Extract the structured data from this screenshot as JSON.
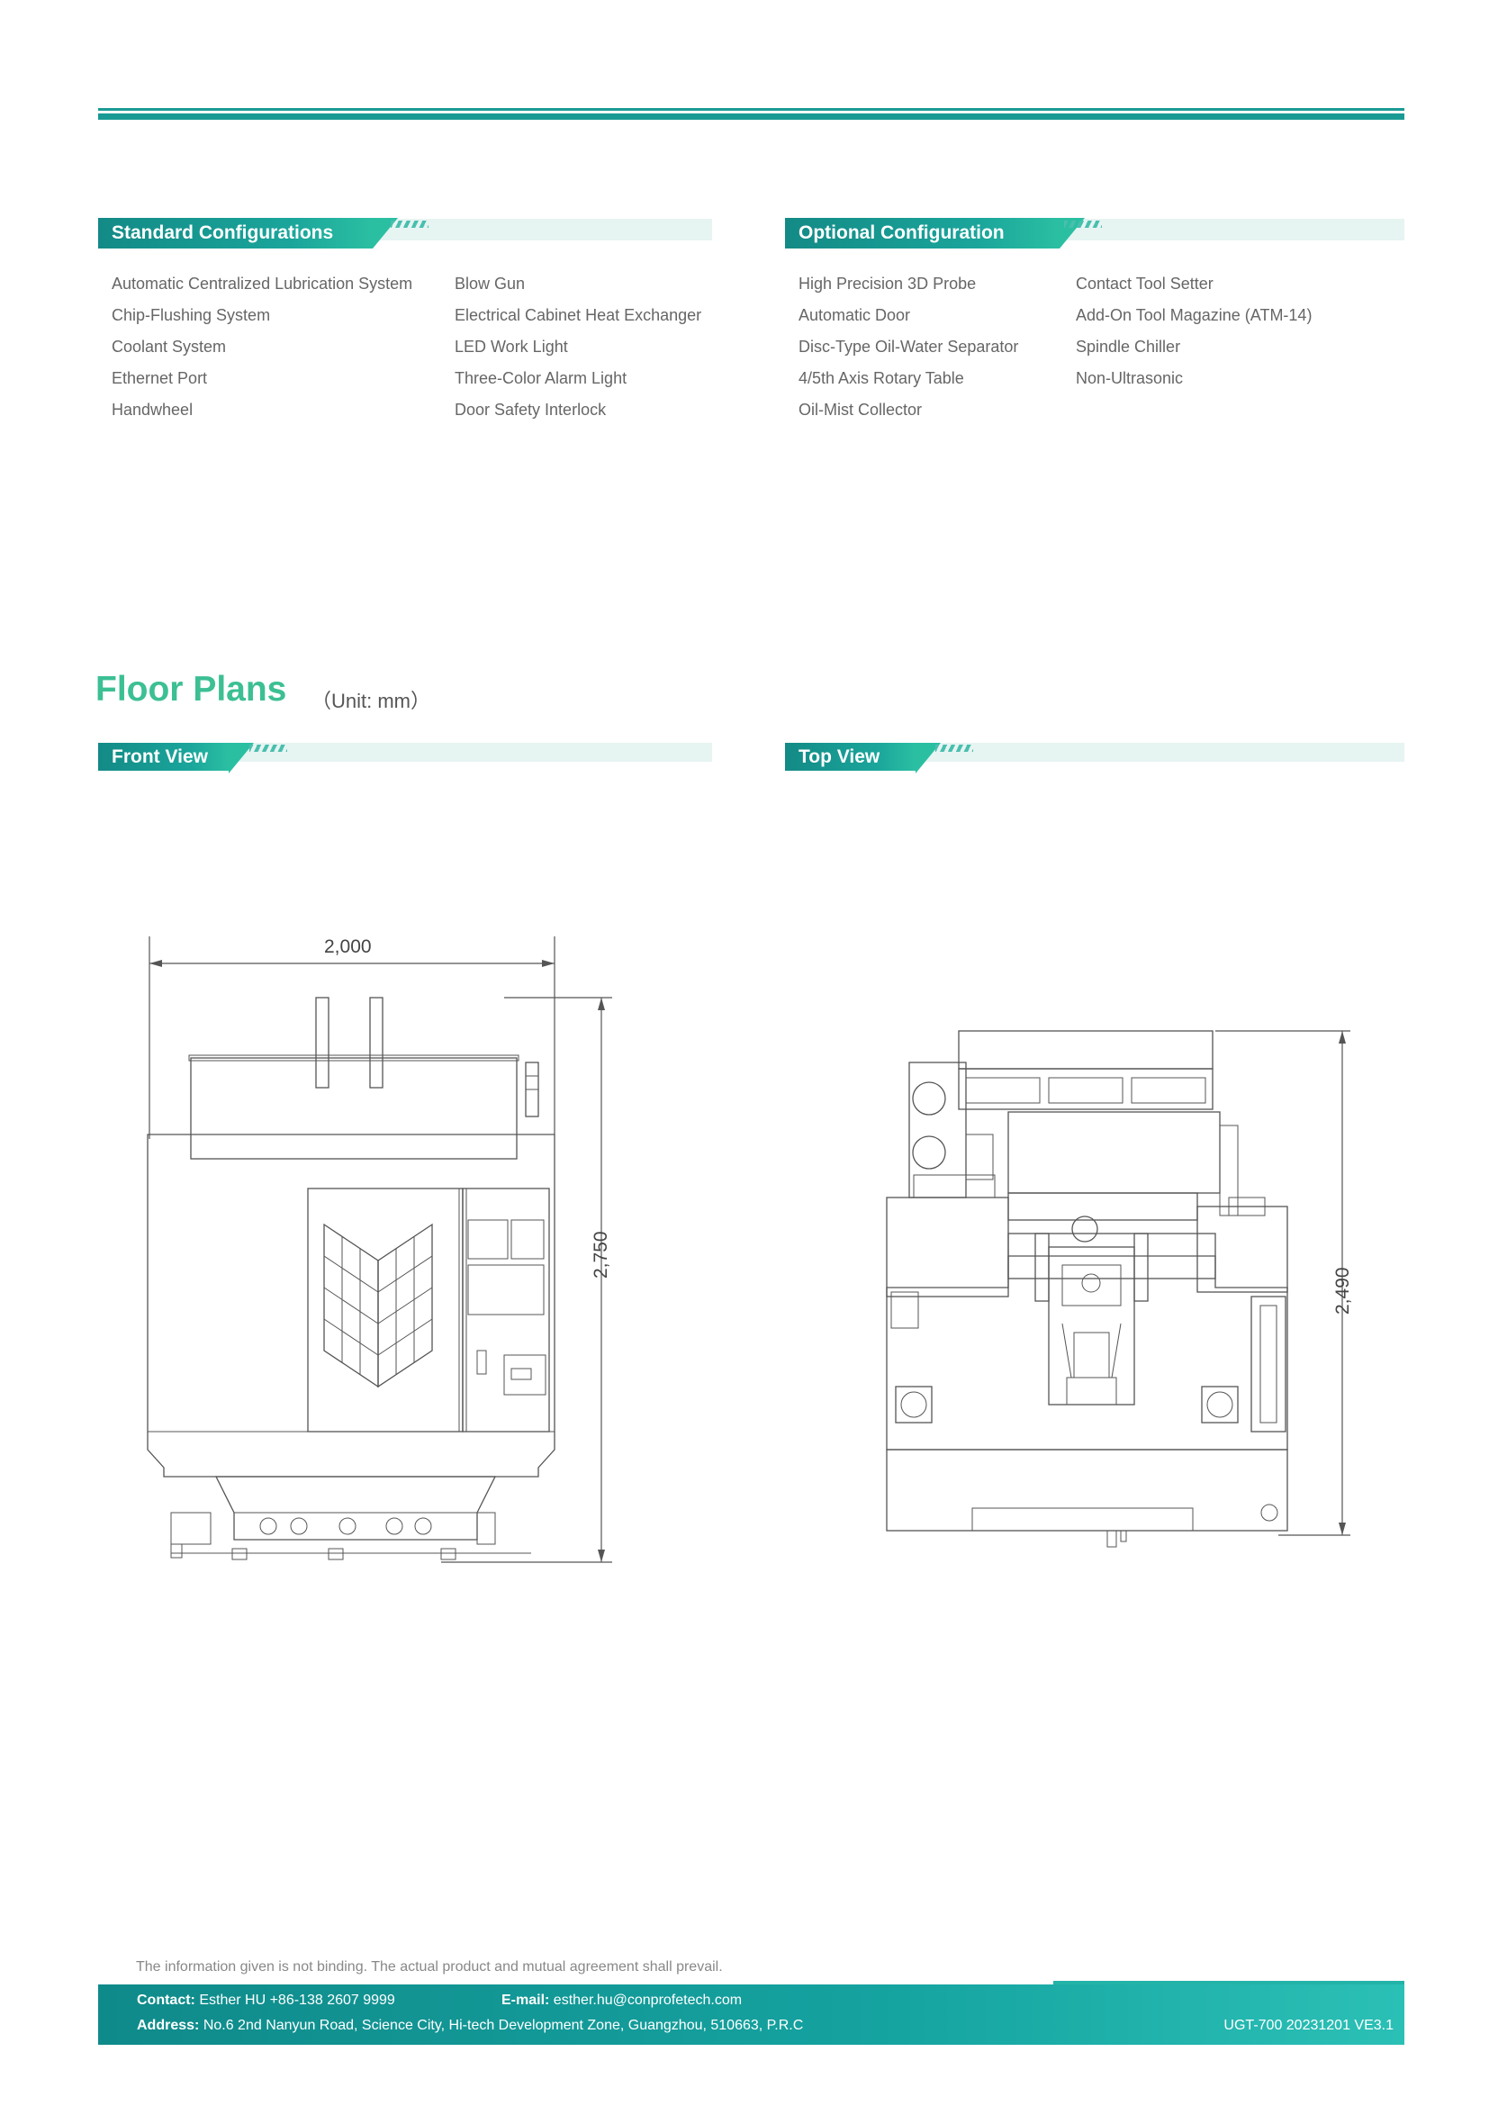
{
  "standard": {
    "title": "Standard Configurations",
    "col1": [
      "Automatic Centralized Lubrication System",
      "Chip-Flushing System",
      "Coolant System",
      "Ethernet Port",
      "Handwheel"
    ],
    "col2": [
      "Blow Gun",
      "Electrical Cabinet Heat Exchanger",
      "LED Work Light",
      "Three-Color Alarm Light",
      "Door Safety Interlock"
    ]
  },
  "optional": {
    "title": "Optional Configuration",
    "col1": [
      "High Precision 3D Probe",
      "Automatic Door",
      "Disc-Type Oil-Water Separator",
      "4/5th Axis Rotary Table",
      "Oil-Mist Collector"
    ],
    "col2": [
      "Contact Tool Setter",
      "Add-On Tool Magazine (ATM-14)",
      "Spindle Chiller",
      "Non-Ultrasonic"
    ]
  },
  "floor": {
    "title": "Floor Plans",
    "unit": "（Unit: mm）",
    "front": {
      "title": "Front View",
      "width": "2,000",
      "height": "2,750"
    },
    "top": {
      "title": "Top View",
      "depth": "2,490"
    }
  },
  "disclaimer": "The information given is not binding. The actual product and mutual agreement shall prevail.",
  "footer": {
    "contact_label": "Contact:",
    "contact_value": "Esther HU  +86-138 2607 9999",
    "email_label": "E-mail:",
    "email_value": "esther.hu@conprofetech.com",
    "address_label": "Address:",
    "address_value": "No.6 2nd Nanyun Road, Science City, Hi-tech Development Zone, Guangzhou, 510663, P.R.C",
    "doc_code": "UGT-700  20231201 VE3.1"
  },
  "colors": {
    "teal": "#138a86",
    "mint": "#3cbf94",
    "light_bar": "#e6f4f2"
  }
}
